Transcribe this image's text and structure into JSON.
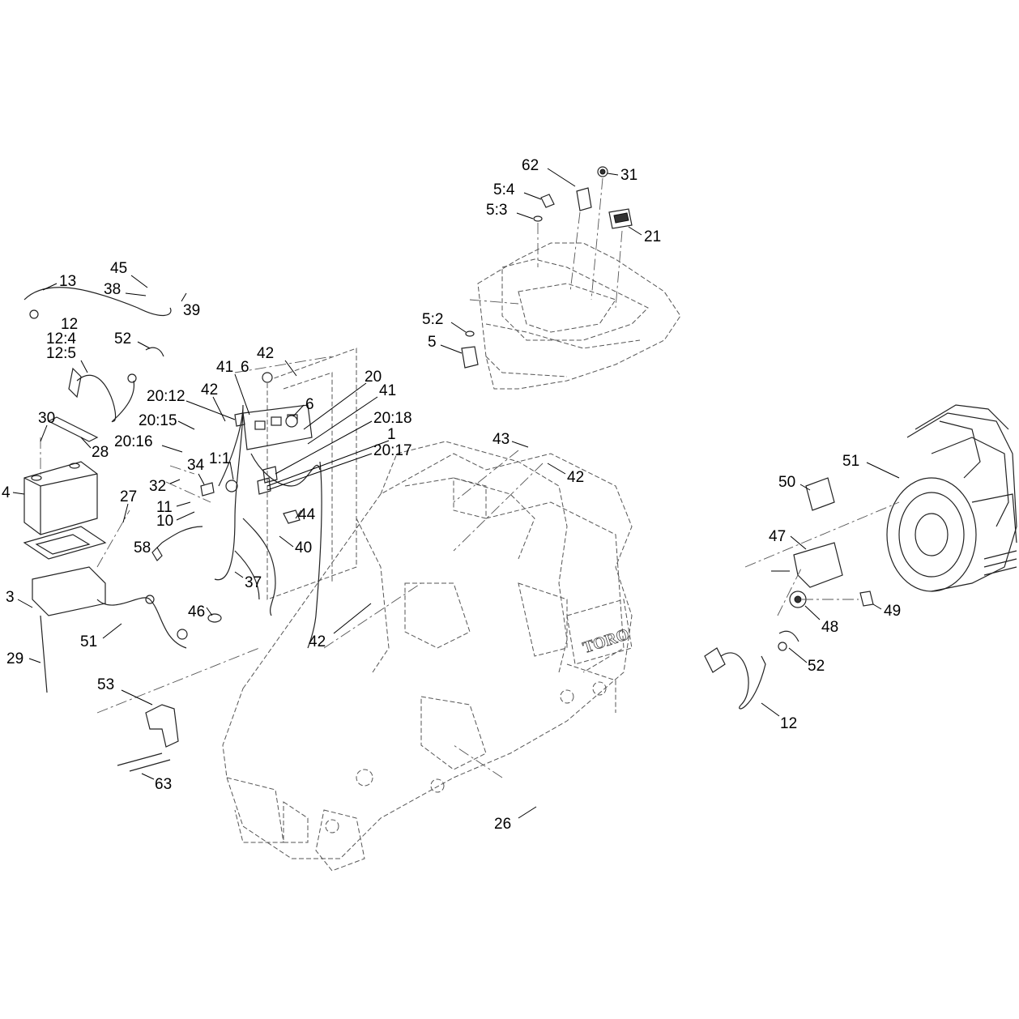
{
  "callouts": [
    {
      "id": "c62",
      "text": "62"
    },
    {
      "id": "c31",
      "text": "31"
    },
    {
      "id": "c5-4",
      "text": "5:4"
    },
    {
      "id": "c5-3",
      "text": "5:3"
    },
    {
      "id": "c21",
      "text": "21"
    },
    {
      "id": "c5-2",
      "text": "5:2"
    },
    {
      "id": "c5",
      "text": "5"
    },
    {
      "id": "c13",
      "text": "13"
    },
    {
      "id": "c45",
      "text": "45"
    },
    {
      "id": "c38",
      "text": "38"
    },
    {
      "id": "c39",
      "text": "39"
    },
    {
      "id": "c12a",
      "text": "12"
    },
    {
      "id": "c12-4",
      "text": "12:4"
    },
    {
      "id": "c12-5",
      "text": "12:5"
    },
    {
      "id": "c52a",
      "text": "52"
    },
    {
      "id": "c42a",
      "text": "42"
    },
    {
      "id": "c41a",
      "text": "41"
    },
    {
      "id": "c6a",
      "text": "6"
    },
    {
      "id": "c20",
      "text": "20"
    },
    {
      "id": "c41b",
      "text": "41"
    },
    {
      "id": "c20-12",
      "text": "20:12"
    },
    {
      "id": "c42b",
      "text": "42"
    },
    {
      "id": "c6b",
      "text": "6"
    },
    {
      "id": "c20-18",
      "text": "20:18"
    },
    {
      "id": "c30",
      "text": "30"
    },
    {
      "id": "c20-15",
      "text": "20:15"
    },
    {
      "id": "c1",
      "text": "1"
    },
    {
      "id": "c20-16",
      "text": "20:16"
    },
    {
      "id": "c20-17",
      "text": "20:17"
    },
    {
      "id": "c28",
      "text": "28"
    },
    {
      "id": "c1-1",
      "text": "1:1"
    },
    {
      "id": "c34",
      "text": "34"
    },
    {
      "id": "c43",
      "text": "43"
    },
    {
      "id": "c42c",
      "text": "42"
    },
    {
      "id": "c51a",
      "text": "51"
    },
    {
      "id": "c4",
      "text": "4"
    },
    {
      "id": "c32",
      "text": "32"
    },
    {
      "id": "c27",
      "text": "27"
    },
    {
      "id": "c50",
      "text": "50"
    },
    {
      "id": "c11",
      "text": "11"
    },
    {
      "id": "c10",
      "text": "10"
    },
    {
      "id": "c44",
      "text": "44"
    },
    {
      "id": "c58",
      "text": "58"
    },
    {
      "id": "c40",
      "text": "40"
    },
    {
      "id": "c47",
      "text": "47"
    },
    {
      "id": "c37",
      "text": "37"
    },
    {
      "id": "c3",
      "text": "3"
    },
    {
      "id": "c46",
      "text": "46"
    },
    {
      "id": "c49",
      "text": "49"
    },
    {
      "id": "c48",
      "text": "48"
    },
    {
      "id": "c51b",
      "text": "51"
    },
    {
      "id": "c42d",
      "text": "42"
    },
    {
      "id": "c29",
      "text": "29"
    },
    {
      "id": "c52b",
      "text": "52"
    },
    {
      "id": "c53",
      "text": "53"
    },
    {
      "id": "c12b",
      "text": "12"
    },
    {
      "id": "c63",
      "text": "63"
    },
    {
      "id": "c26",
      "text": "26"
    }
  ],
  "frame_logo": "TORO"
}
